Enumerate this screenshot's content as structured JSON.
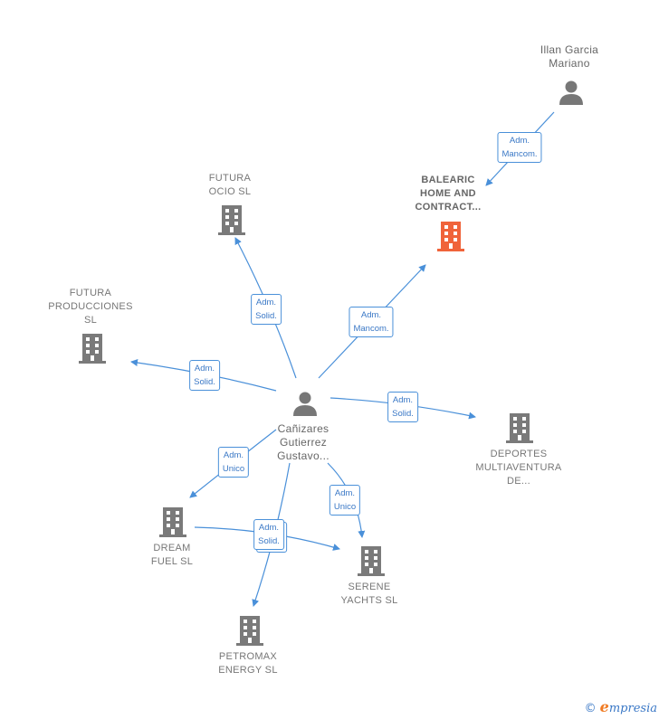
{
  "colors": {
    "edge": "#4a90d9",
    "company": "#7a7a7a",
    "highlight": "#f0633a",
    "person": "#777777"
  },
  "nodes": {
    "illan": {
      "label": "Illan Garcia\nMariano"
    },
    "balearic": {
      "label": "BALEARIC\nHOME AND\nCONTRACT..."
    },
    "futura_ocio": {
      "label": "FUTURA\nOCIO  SL"
    },
    "futura_prod": {
      "label": "FUTURA\nPRODUCCIONES\nSL"
    },
    "canizares": {
      "label": "Cañizares\nGutierrez\nGustavo..."
    },
    "deportes": {
      "label": "DEPORTES\nMULTIAVENTURA\nDE..."
    },
    "dream": {
      "label": "DREAM\nFUEL  SL"
    },
    "serene": {
      "label": "SERENE\nYACHTS  SL"
    },
    "petromax": {
      "label": "PETROMAX\nENERGY  SL"
    }
  },
  "edges": {
    "illan_balearic": {
      "label": "Adm.\nMancom."
    },
    "can_balearic": {
      "label": "Adm.\nMancom."
    },
    "can_futura_ocio": {
      "label": "Adm.\nSolid."
    },
    "can_futura_prod": {
      "label": "Adm.\nSolid."
    },
    "can_deportes": {
      "label": "Adm.\nSolid."
    },
    "can_dream": {
      "label": "Adm.\nUnico"
    },
    "can_serene": {
      "label": "Adm.\nUnico"
    },
    "dream_serene": {
      "label": "Adm.\nSolid."
    }
  },
  "footer": {
    "copyright": "©",
    "brand_initial": "e",
    "brand_rest": "mpresia"
  }
}
